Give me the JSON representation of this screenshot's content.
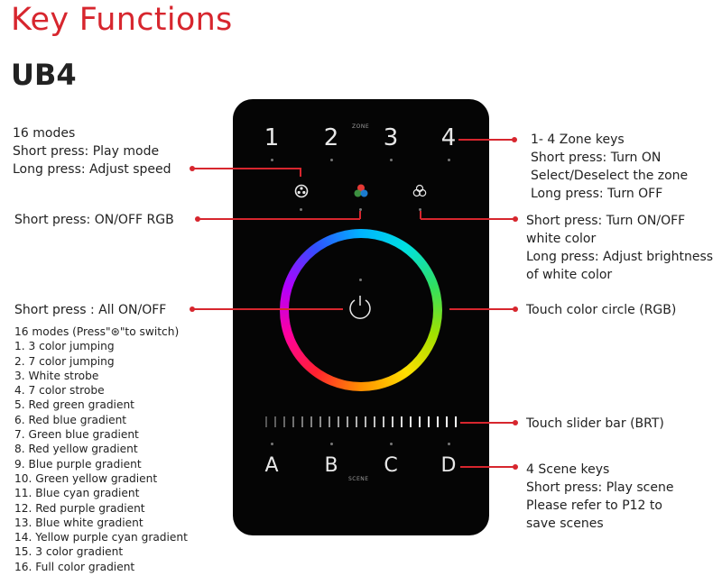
{
  "heading": {
    "title": "Key Functions",
    "model": "UB4"
  },
  "annotations": {
    "modes_key": [
      "16 modes",
      "Short press: Play mode",
      "Long press: Adjust speed"
    ],
    "rgb_key": "Short press: ON/OFF RGB",
    "power_key": "Short press : All ON/OFF",
    "modes_list_header": "16 modes (Press\"⊛\"to switch)",
    "modes_list": [
      "1. 3 color jumping",
      "2. 7 color jumping",
      "3. White strobe",
      "4. 7 color strobe",
      "5. Red green gradient",
      "6. Red blue gradient",
      "7. Green blue gradient",
      "8. Red yellow gradient",
      "9. Blue purple gradient",
      "10. Green yellow gradient",
      "11. Blue cyan gradient",
      "12. Red purple gradient",
      "13. Blue white gradient",
      "14. Yellow purple cyan gradient",
      "15. 3 color gradient",
      "16. Full color gradient"
    ],
    "zone_keys": [
      "1- 4 Zone keys",
      "Short press: Turn ON",
      "Select/Deselect the zone",
      "Long press: Turn OFF"
    ],
    "white_key": [
      "Short press: Turn ON/OFF",
      "white color",
      "Long press: Adjust brightness",
      "of white color"
    ],
    "color_circle": "Touch color circle (RGB)",
    "slider": "Touch slider bar (BRT)",
    "scene_keys": [
      "4 Scene keys",
      "Short press: Play scene",
      "Please refer to P12 to",
      "save scenes"
    ]
  },
  "panel": {
    "zone_label": "ZONE",
    "scene_label": "SCENE",
    "zone_keys": [
      "1",
      "2",
      "3",
      "4"
    ],
    "scene_keys": [
      "A",
      "B",
      "C",
      "D"
    ],
    "icons": [
      "modes-icon",
      "rgb-icon",
      "white-color-icon",
      "power-icon"
    ]
  },
  "colors": {
    "accent": "#d7262e",
    "panel": "#050505",
    "text": "#222222"
  }
}
